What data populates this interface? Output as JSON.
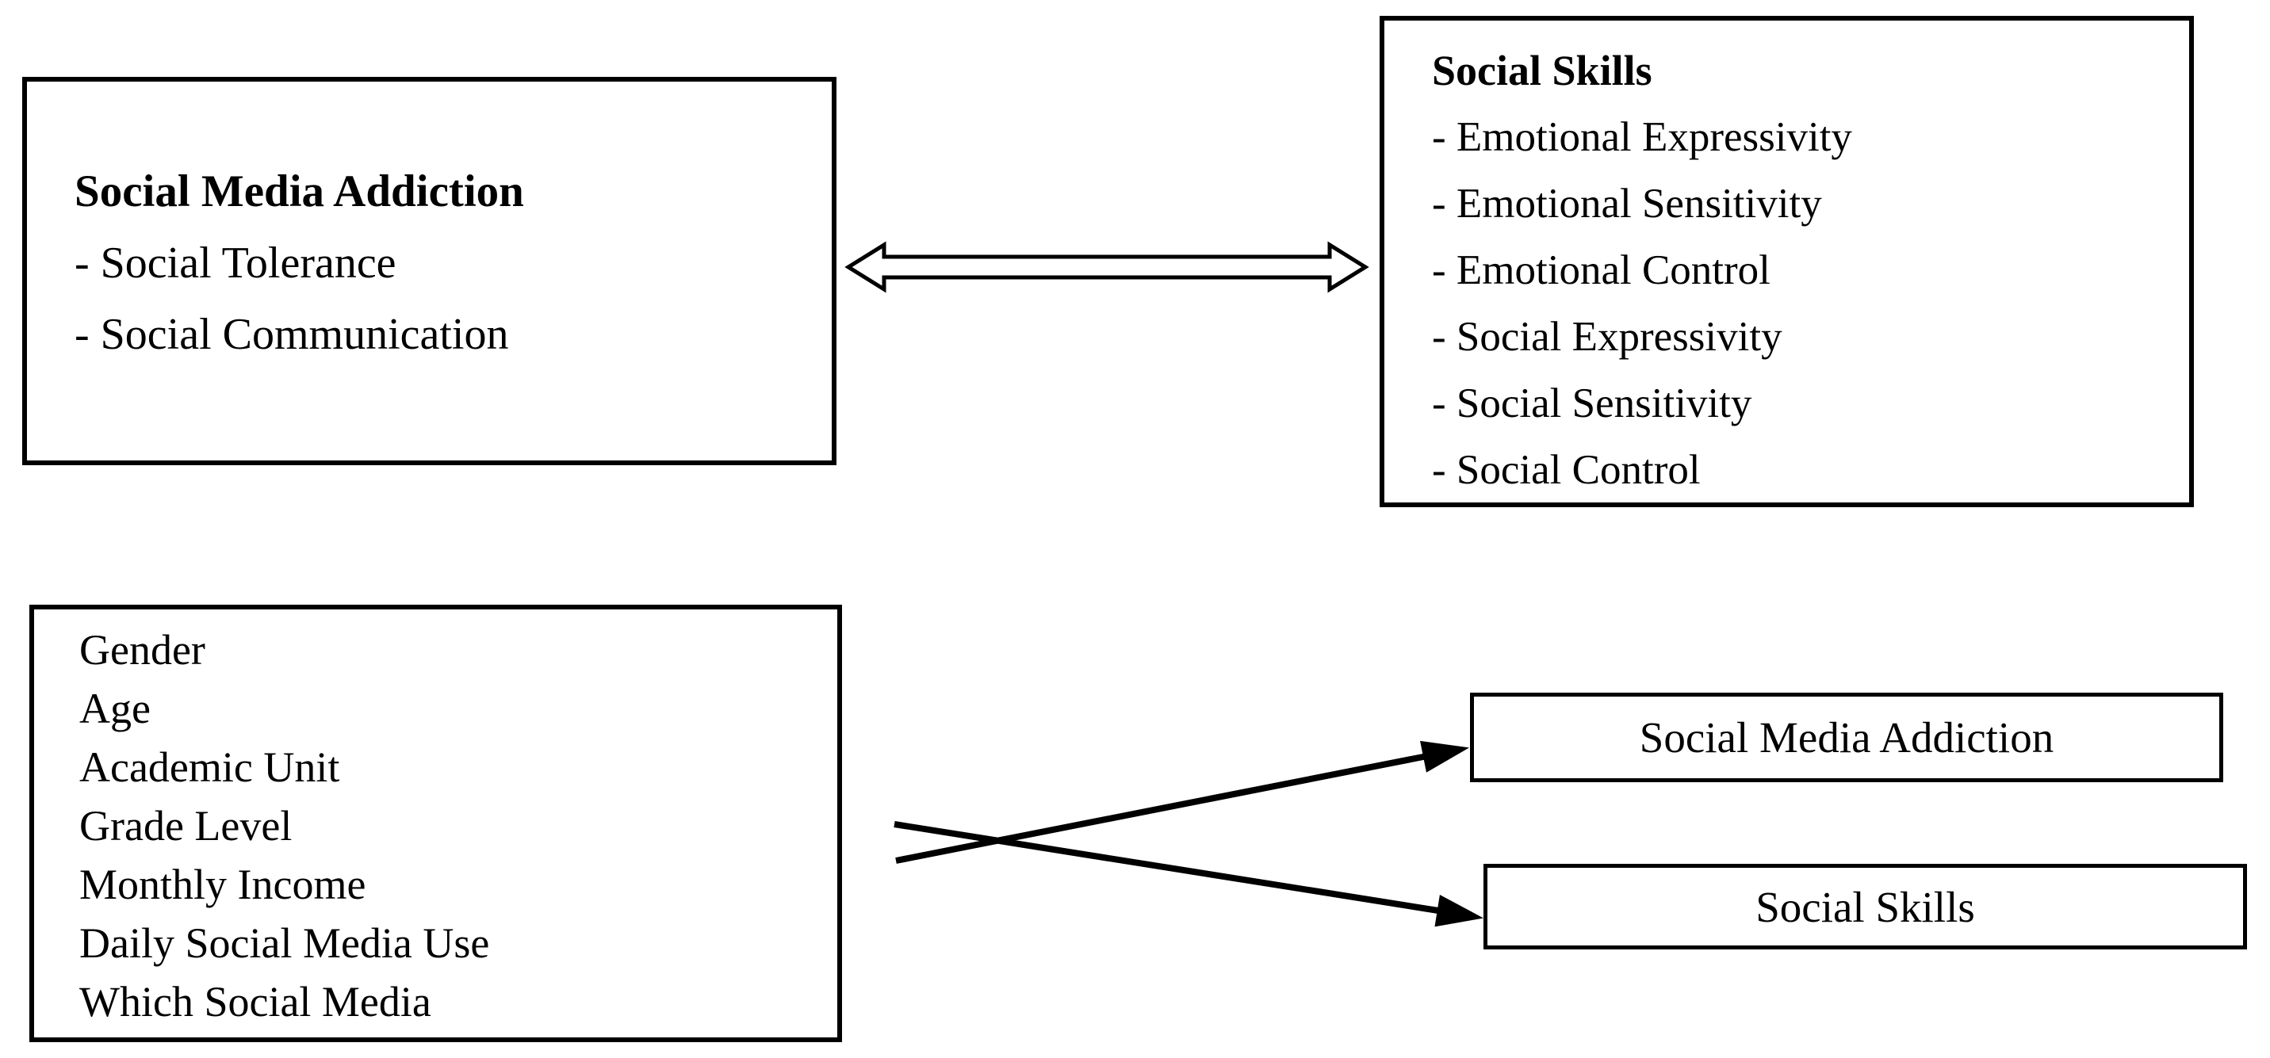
{
  "diagram": {
    "construct_box": {
      "title": "Social Media Addiction",
      "items": [
        "- Social Tolerance",
        "- Social Communication"
      ]
    },
    "skills_box": {
      "title": "Social Skills",
      "items": [
        "- Emotional Expressivity",
        "- Emotional Sensitivity",
        "- Emotional Control",
        "- Social Expressivity",
        "- Social Sensitivity",
        "- Social Control"
      ]
    },
    "demographics_box": {
      "items": [
        "Gender",
        "Age",
        "Academic Unit",
        "Grade Level",
        "Monthly Income",
        "Daily Social Media Use",
        "Which Social Media"
      ]
    },
    "outcome_box_sma": {
      "label": "Social Media Addiction"
    },
    "outcome_box_ss": {
      "label": "Social Skills"
    },
    "colors": {
      "line": "#000000",
      "background": "#ffffff"
    }
  }
}
